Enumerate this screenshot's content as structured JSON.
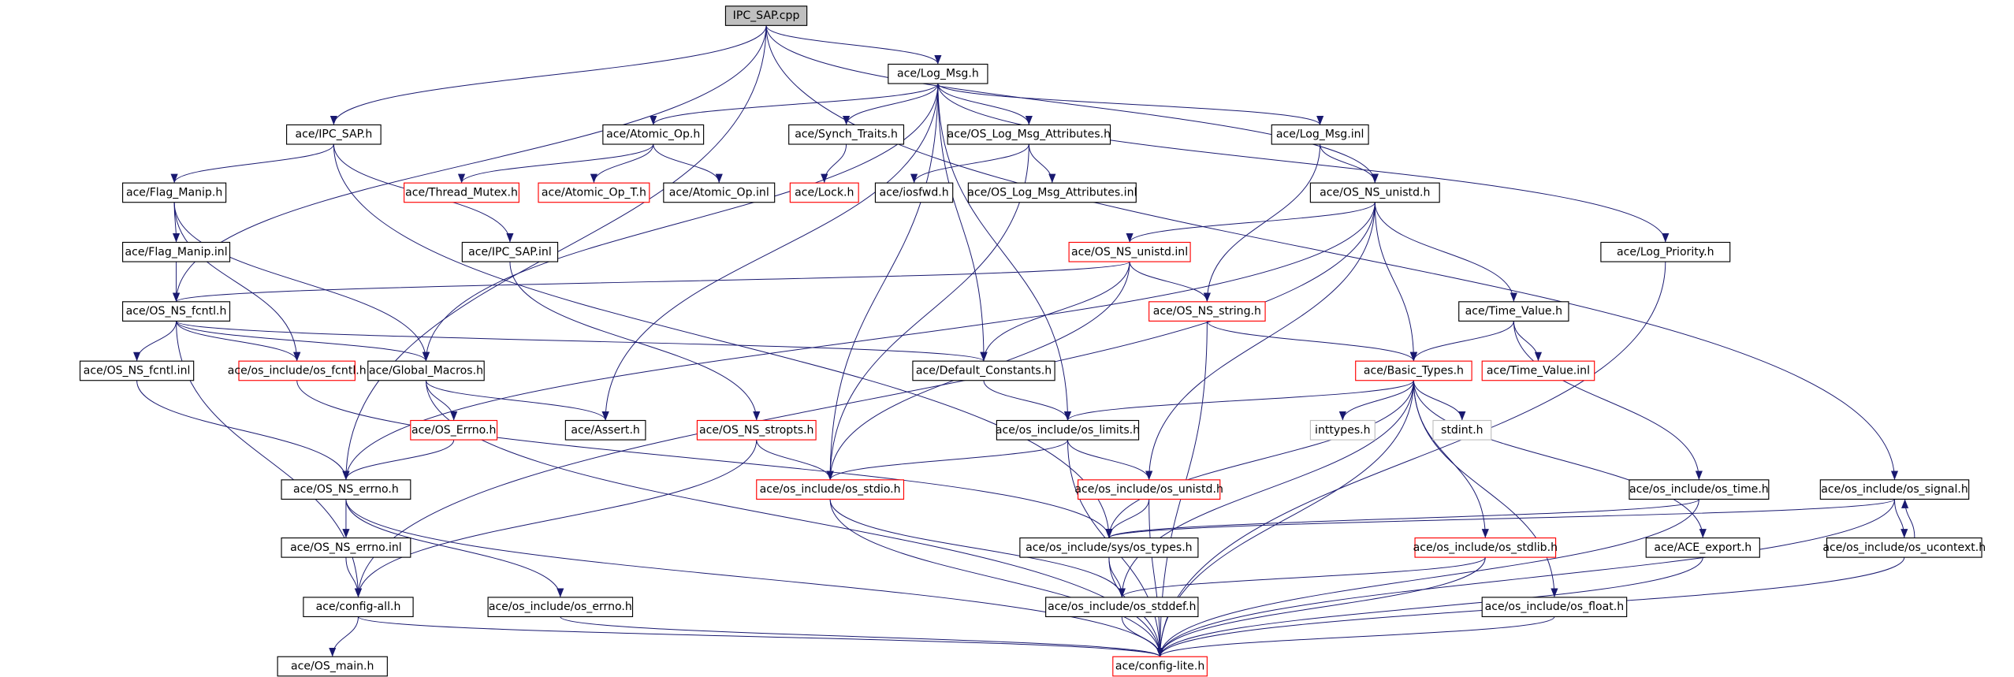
{
  "graph": {
    "type": "include-dependency-graph",
    "edge_color": "#191970",
    "nodes": [
      {
        "id": "cpp",
        "label": "IPC_SAP.cpp",
        "style": "root"
      },
      {
        "id": "logmsg",
        "label": "ace/Log_Msg.h",
        "style": "normal"
      },
      {
        "id": "ipcsaph",
        "label": "ace/IPC_SAP.h",
        "style": "normal"
      },
      {
        "id": "atomich",
        "label": "ace/Atomic_Op.h",
        "style": "normal"
      },
      {
        "id": "synch",
        "label": "ace/Synch_Traits.h",
        "style": "normal"
      },
      {
        "id": "oslma",
        "label": "ace/OS_Log_Msg_Attributes.h",
        "style": "normal"
      },
      {
        "id": "logmsginl",
        "label": "ace/Log_Msg.inl",
        "style": "normal"
      },
      {
        "id": "flagh",
        "label": "ace/Flag_Manip.h",
        "style": "normal"
      },
      {
        "id": "thrmutex",
        "label": "ace/Thread_Mutex.h",
        "style": "red"
      },
      {
        "id": "atomict",
        "label": "ace/Atomic_Op_T.h",
        "style": "red"
      },
      {
        "id": "atomicinl",
        "label": "ace/Atomic_Op.inl",
        "style": "normal"
      },
      {
        "id": "lock",
        "label": "ace/Lock.h",
        "style": "red"
      },
      {
        "id": "iosfwd",
        "label": "ace/iosfwd.h",
        "style": "normal"
      },
      {
        "id": "oslmainl",
        "label": "ace/OS_Log_Msg_Attributes.inl",
        "style": "normal"
      },
      {
        "id": "unistdh",
        "label": "ace/OS_NS_unistd.h",
        "style": "normal"
      },
      {
        "id": "flaginl",
        "label": "ace/Flag_Manip.inl",
        "style": "normal"
      },
      {
        "id": "ipcsapinl",
        "label": "ace/IPC_SAP.inl",
        "style": "normal"
      },
      {
        "id": "unistdinl",
        "label": "ace/OS_NS_unistd.inl",
        "style": "red"
      },
      {
        "id": "logprio",
        "label": "ace/Log_Priority.h",
        "style": "normal"
      },
      {
        "id": "fcntlh",
        "label": "ace/OS_NS_fcntl.h",
        "style": "normal"
      },
      {
        "id": "stringh",
        "label": "ace/OS_NS_string.h",
        "style": "red"
      },
      {
        "id": "timeh",
        "label": "ace/Time_Value.h",
        "style": "normal"
      },
      {
        "id": "fcntlinl",
        "label": "ace/OS_NS_fcntl.inl",
        "style": "normal"
      },
      {
        "id": "osfcntl",
        "label": "ace/os_include/os_fcntl.h",
        "style": "red"
      },
      {
        "id": "globalm",
        "label": "ace/Global_Macros.h",
        "style": "normal"
      },
      {
        "id": "defconst",
        "label": "ace/Default_Constants.h",
        "style": "normal"
      },
      {
        "id": "basic",
        "label": "ace/Basic_Types.h",
        "style": "red"
      },
      {
        "id": "timeinl",
        "label": "ace/Time_Value.inl",
        "style": "red"
      },
      {
        "id": "oserrno",
        "label": "ace/OS_Errno.h",
        "style": "red"
      },
      {
        "id": "assert",
        "label": "ace/Assert.h",
        "style": "normal"
      },
      {
        "id": "stropts",
        "label": "ace/OS_NS_stropts.h",
        "style": "red"
      },
      {
        "id": "oslimits",
        "label": "ace/os_include/os_limits.h",
        "style": "normal"
      },
      {
        "id": "inttypes",
        "label": "inttypes.h",
        "style": "gray"
      },
      {
        "id": "stdint",
        "label": "stdint.h",
        "style": "gray"
      },
      {
        "id": "nserrno",
        "label": "ace/OS_NS_errno.h",
        "style": "normal"
      },
      {
        "id": "osstdio",
        "label": "ace/os_include/os_stdio.h",
        "style": "red"
      },
      {
        "id": "osunistd",
        "label": "ace/os_include/os_unistd.h",
        "style": "red"
      },
      {
        "id": "ostime",
        "label": "ace/os_include/os_time.h",
        "style": "normal"
      },
      {
        "id": "ossignal",
        "label": "ace/os_include/os_signal.h",
        "style": "normal"
      },
      {
        "id": "nserrnoinl",
        "label": "ace/OS_NS_errno.inl",
        "style": "normal"
      },
      {
        "id": "ostypes",
        "label": "ace/os_include/sys/os_types.h",
        "style": "normal"
      },
      {
        "id": "osstdlib",
        "label": "ace/os_include/os_stdlib.h",
        "style": "red"
      },
      {
        "id": "export",
        "label": "ace/ACE_export.h",
        "style": "normal"
      },
      {
        "id": "osucontext",
        "label": "ace/os_include/os_ucontext.h",
        "style": "normal"
      },
      {
        "id": "configall",
        "label": "ace/config-all.h",
        "style": "normal"
      },
      {
        "id": "oserrnoh",
        "label": "ace/os_include/os_errno.h",
        "style": "normal"
      },
      {
        "id": "osstddef",
        "label": "ace/os_include/os_stddef.h",
        "style": "normal"
      },
      {
        "id": "osfloat",
        "label": "ace/os_include/os_float.h",
        "style": "normal"
      },
      {
        "id": "osmain",
        "label": "ace/OS_main.h",
        "style": "normal"
      },
      {
        "id": "configlite",
        "label": "ace/config-lite.h",
        "style": "red"
      }
    ],
    "edges": [
      [
        "cpp",
        "logmsg"
      ],
      [
        "cpp",
        "ipcsaph"
      ],
      [
        "cpp",
        "fcntlh"
      ],
      [
        "cpp",
        "nserrno"
      ],
      [
        "cpp",
        "unistdh"
      ],
      [
        "cpp",
        "ossignal"
      ],
      [
        "logmsg",
        "atomich"
      ],
      [
        "logmsg",
        "synch"
      ],
      [
        "logmsg",
        "oslma"
      ],
      [
        "logmsg",
        "logmsginl"
      ],
      [
        "logmsg",
        "logprio"
      ],
      [
        "logmsg",
        "globalm"
      ],
      [
        "logmsg",
        "assert"
      ],
      [
        "logmsg",
        "defconst"
      ],
      [
        "logmsg",
        "oslimits"
      ],
      [
        "logmsg",
        "osstdio"
      ],
      [
        "ipcsaph",
        "flagh"
      ],
      [
        "ipcsaph",
        "ipcsapinl"
      ],
      [
        "ipcsaph",
        "ostypes"
      ],
      [
        "atomich",
        "thrmutex"
      ],
      [
        "atomich",
        "atomict"
      ],
      [
        "atomich",
        "atomicinl"
      ],
      [
        "synch",
        "lock"
      ],
      [
        "oslma",
        "iosfwd"
      ],
      [
        "oslma",
        "oslmainl"
      ],
      [
        "oslma",
        "osstdio"
      ],
      [
        "logmsginl",
        "unistdh"
      ],
      [
        "logmsginl",
        "stringh"
      ],
      [
        "flagh",
        "flaginl"
      ],
      [
        "flagh",
        "osfcntl"
      ],
      [
        "flagh",
        "globalm"
      ],
      [
        "flaginl",
        "fcntlh"
      ],
      [
        "ipcsapinl",
        "stropts"
      ],
      [
        "unistdh",
        "unistdinl"
      ],
      [
        "unistdh",
        "basic"
      ],
      [
        "unistdh",
        "timeh"
      ],
      [
        "unistdh",
        "osunistd"
      ],
      [
        "unistdh",
        "nserrno"
      ],
      [
        "unistdh",
        "configall"
      ],
      [
        "unistdinl",
        "fcntlh"
      ],
      [
        "unistdinl",
        "stringh"
      ],
      [
        "unistdinl",
        "defconst"
      ],
      [
        "unistdinl",
        "osstdio"
      ],
      [
        "logprio",
        "configlite"
      ],
      [
        "fcntlh",
        "fcntlinl"
      ],
      [
        "fcntlh",
        "osfcntl"
      ],
      [
        "fcntlh",
        "globalm"
      ],
      [
        "fcntlh",
        "defconst"
      ],
      [
        "fcntlh",
        "configall"
      ],
      [
        "stringh",
        "basic"
      ],
      [
        "stringh",
        "configlite"
      ],
      [
        "timeh",
        "basic"
      ],
      [
        "timeh",
        "timeinl"
      ],
      [
        "timeh",
        "ostime"
      ],
      [
        "fcntlinl",
        "nserrno"
      ],
      [
        "osfcntl",
        "ostypes"
      ],
      [
        "globalm",
        "oserrno"
      ],
      [
        "globalm",
        "assert"
      ],
      [
        "globalm",
        "configlite"
      ],
      [
        "defconst",
        "oslimits"
      ],
      [
        "basic",
        "oslimits"
      ],
      [
        "basic",
        "inttypes"
      ],
      [
        "basic",
        "stdint"
      ],
      [
        "basic",
        "ostypes"
      ],
      [
        "basic",
        "export"
      ],
      [
        "basic",
        "osstdlib"
      ],
      [
        "basic",
        "osfloat"
      ],
      [
        "basic",
        "osstddef"
      ],
      [
        "basic",
        "configlite"
      ],
      [
        "oserrno",
        "nserrno"
      ],
      [
        "stropts",
        "osstdio"
      ],
      [
        "stropts",
        "configall"
      ],
      [
        "oslimits",
        "osstdio"
      ],
      [
        "oslimits",
        "osunistd"
      ],
      [
        "oslimits",
        "configlite"
      ],
      [
        "nserrno",
        "nserrnoinl"
      ],
      [
        "nserrno",
        "oserrnoh"
      ],
      [
        "nserrno",
        "configlite"
      ],
      [
        "osstdio",
        "osstddef"
      ],
      [
        "osstdio",
        "configlite"
      ],
      [
        "osunistd",
        "ostypes"
      ],
      [
        "osunistd",
        "configlite"
      ],
      [
        "ostime",
        "ostypes"
      ],
      [
        "ostime",
        "configlite"
      ],
      [
        "ossignal",
        "ostypes"
      ],
      [
        "ossignal",
        "osucontext"
      ],
      [
        "ossignal",
        "configlite"
      ],
      [
        "nserrnoinl",
        "configall"
      ],
      [
        "ostypes",
        "osstddef"
      ],
      [
        "ostypes",
        "configlite"
      ],
      [
        "osstdlib",
        "osstddef"
      ],
      [
        "osstdlib",
        "configlite"
      ],
      [
        "export",
        "configlite"
      ],
      [
        "osucontext",
        "ossignal"
      ],
      [
        "osucontext",
        "configlite"
      ],
      [
        "configall",
        "osmain"
      ],
      [
        "configall",
        "configlite"
      ],
      [
        "oserrnoh",
        "configlite"
      ],
      [
        "osstddef",
        "configlite"
      ],
      [
        "osfloat",
        "configlite"
      ]
    ]
  }
}
